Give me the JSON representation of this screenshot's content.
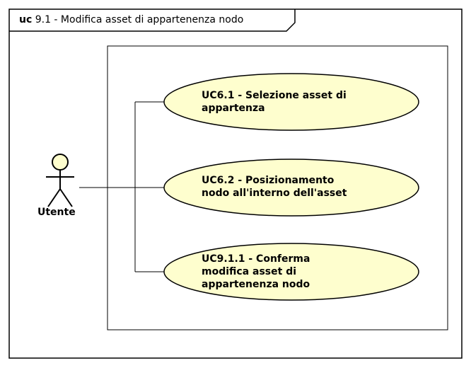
{
  "frame": {
    "keyword": "uc",
    "title": "9.1 - Modifica asset di appartenenza nodo"
  },
  "actor": {
    "label": "Utente"
  },
  "use_cases": [
    {
      "lines": [
        "UC6.1 - Selezione asset di",
        "appartenza"
      ]
    },
    {
      "lines": [
        "UC6.2 - Posizionamento",
        "nodo all'interno dell'asset"
      ]
    },
    {
      "lines": [
        "UC9.1.1 - Conferma",
        "modifica asset di",
        "appartenenza nodo"
      ]
    }
  ],
  "colors": {
    "use_case_fill": "#FEFECE",
    "actor_fill": "#FEFECE",
    "stroke": "#000000"
  }
}
